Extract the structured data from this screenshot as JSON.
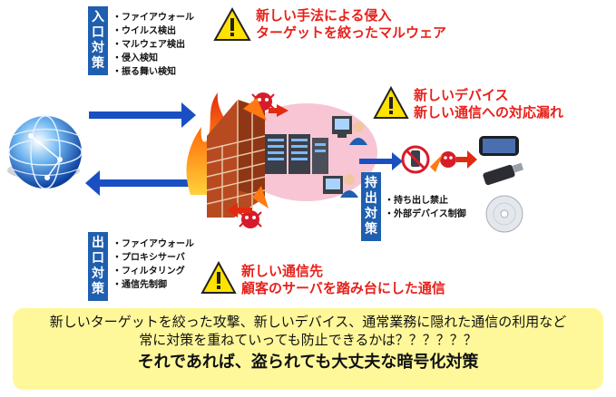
{
  "inbound": {
    "label": [
      "入",
      "口",
      "対",
      "策"
    ],
    "items": [
      "ファイアウォール",
      "ウイルス検出",
      "マルウェア検出",
      "侵入検知",
      "振る舞い検知"
    ]
  },
  "outbound": {
    "label": [
      "出",
      "口",
      "対",
      "策"
    ],
    "items": [
      "ファイアウォール",
      "プロキシサーバ",
      "フィルタリング",
      "通信先制御"
    ]
  },
  "takeout": {
    "label": [
      "持",
      "出",
      "対",
      "策"
    ],
    "items": [
      "持ち出し禁止",
      "外部デバイス制御"
    ]
  },
  "warnings": {
    "new_attack": [
      "新しい手法による侵入",
      "ターゲットを絞ったマルウェア"
    ],
    "new_device": [
      "新しいデバイス",
      "新しい通信への対応漏れ"
    ],
    "new_destination": [
      "新しい通信先",
      "顧客のサーバを踏み台にした通信"
    ]
  },
  "summary": {
    "line1": "新しいターゲットを絞った攻撃、新しいデバイス、通常業務に隠れた通信の利用など",
    "line2": "常に対策を重ねていっても防止できるかは？？？？？？",
    "line3": "それであれば、盗られても大丈夫な暗号化対策"
  },
  "colors": {
    "label_bg": "#1f5fb0",
    "warning_text": "#e8201a",
    "summary_bg": "#fff89a",
    "arrow": "#1a4fc4"
  },
  "icons": [
    "globe-icon",
    "warning-icon",
    "firewall-icon",
    "server-icon",
    "user-pc-icon",
    "malware-icon",
    "no-phone-icon",
    "smartphone-icon",
    "usb-icon",
    "cd-icon"
  ]
}
